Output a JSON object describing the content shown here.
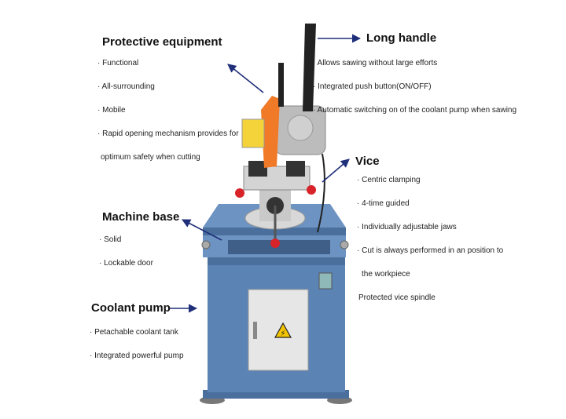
{
  "sections": {
    "protective": {
      "title": "Protective equipment",
      "items": [
        "· Functional",
        "· All-surrounding",
        "· Mobile",
        "· Rapid opening mechanism provides for",
        "optimum safety when cutting"
      ]
    },
    "handle": {
      "title": "Long handle",
      "items": [
        "· Allows sawing without large efforts",
        "· Integrated push button(ON/OFF)",
        "· Automatic switching on of the coolant pump when sawing"
      ]
    },
    "vice": {
      "title": "Vice",
      "items": [
        "· Centric clamping",
        "· 4-time guided",
        "· Individually adjustable jaws",
        "· Cut is always performed in an position to",
        "the workpiece",
        "Protected vice spindle"
      ]
    },
    "base": {
      "title": "Machine base",
      "items": [
        "· Solid",
        "· Lockable door"
      ]
    },
    "coolant": {
      "title": "Coolant pump",
      "items": [
        "· Petachable coolant tank",
        "· Integrated powerful pump"
      ]
    }
  },
  "colors": {
    "cabinet": "#5b83b4",
    "guard": "#f07a28",
    "arrow": "#1f2f7a",
    "knob": "#d9232a",
    "door": "#e6e6e6"
  }
}
